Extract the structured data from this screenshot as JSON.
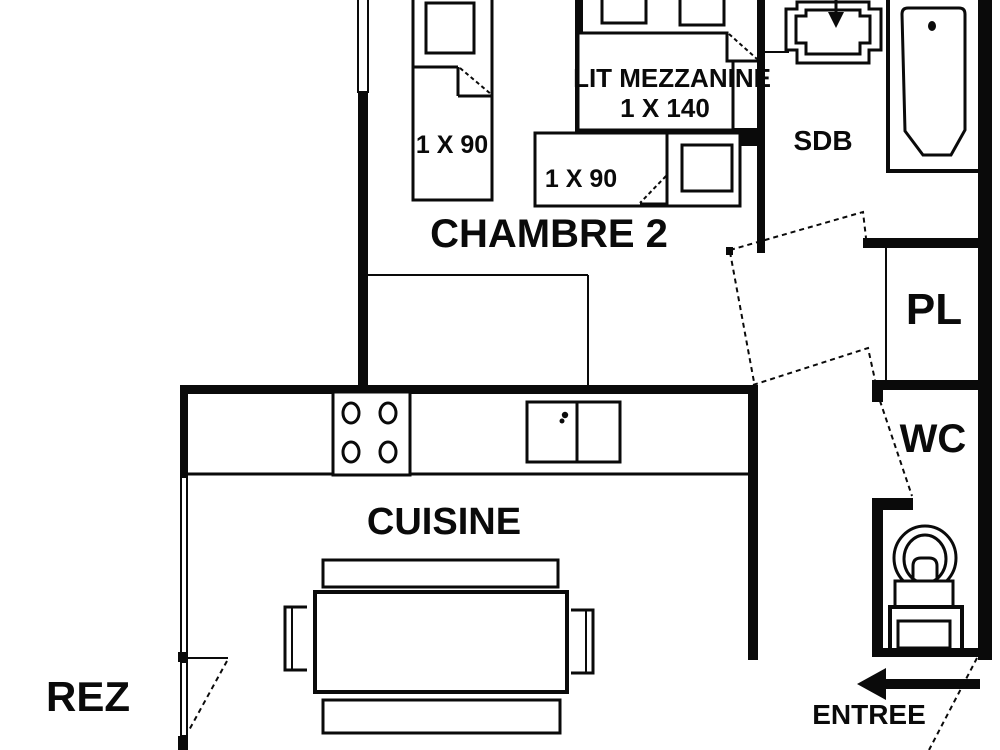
{
  "plan": {
    "background": "#ffffff",
    "line_color": "#0a0a0a",
    "labels": {
      "chambre2": "CHAMBRE 2",
      "cuisine": "CUISINE",
      "sdb": "SDB",
      "pl": "PL",
      "wc": "WC",
      "rez": "REZ",
      "entree": "ENTREE",
      "lit_mezzanine": "LIT MEZZANINE",
      "lit_mezzanine_size": "1 X 140",
      "bed_left_size": "1 X 90",
      "bed_mid_size": "1 X 90"
    },
    "icons": {
      "beds": "bed-icon",
      "bath": "bathtub-icon",
      "basin": "washbasin-icon",
      "toilet": "toilet-icon",
      "stove": "stove-icon",
      "kitchen_sink": "kitchen-sink-icon",
      "table": "table-icon",
      "entry_arrow": "entry-arrow-icon"
    }
  }
}
